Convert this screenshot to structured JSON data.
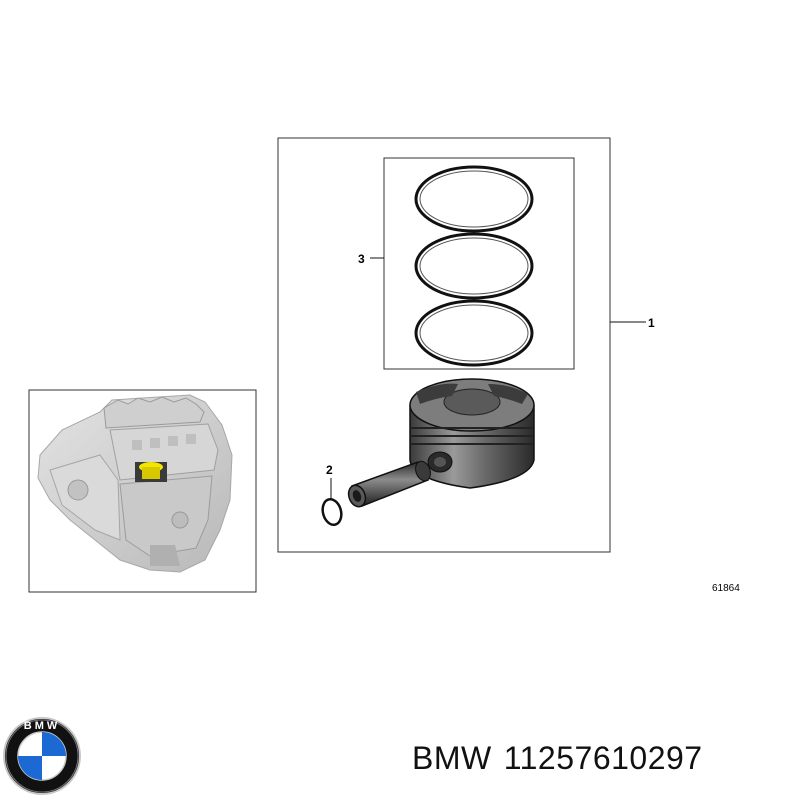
{
  "callouts": {
    "assembly": "1",
    "pin_circlip": "2",
    "ring_set": "3"
  },
  "figure_ref": "61864",
  "brand_logo": {
    "text": "BMW",
    "colors": {
      "blue": "#1c69d4",
      "white": "#ffffff",
      "black": "#111111",
      "silver": "#c8c8c8"
    }
  },
  "caption": {
    "brand": "BMW",
    "part_number": "11257610297"
  }
}
